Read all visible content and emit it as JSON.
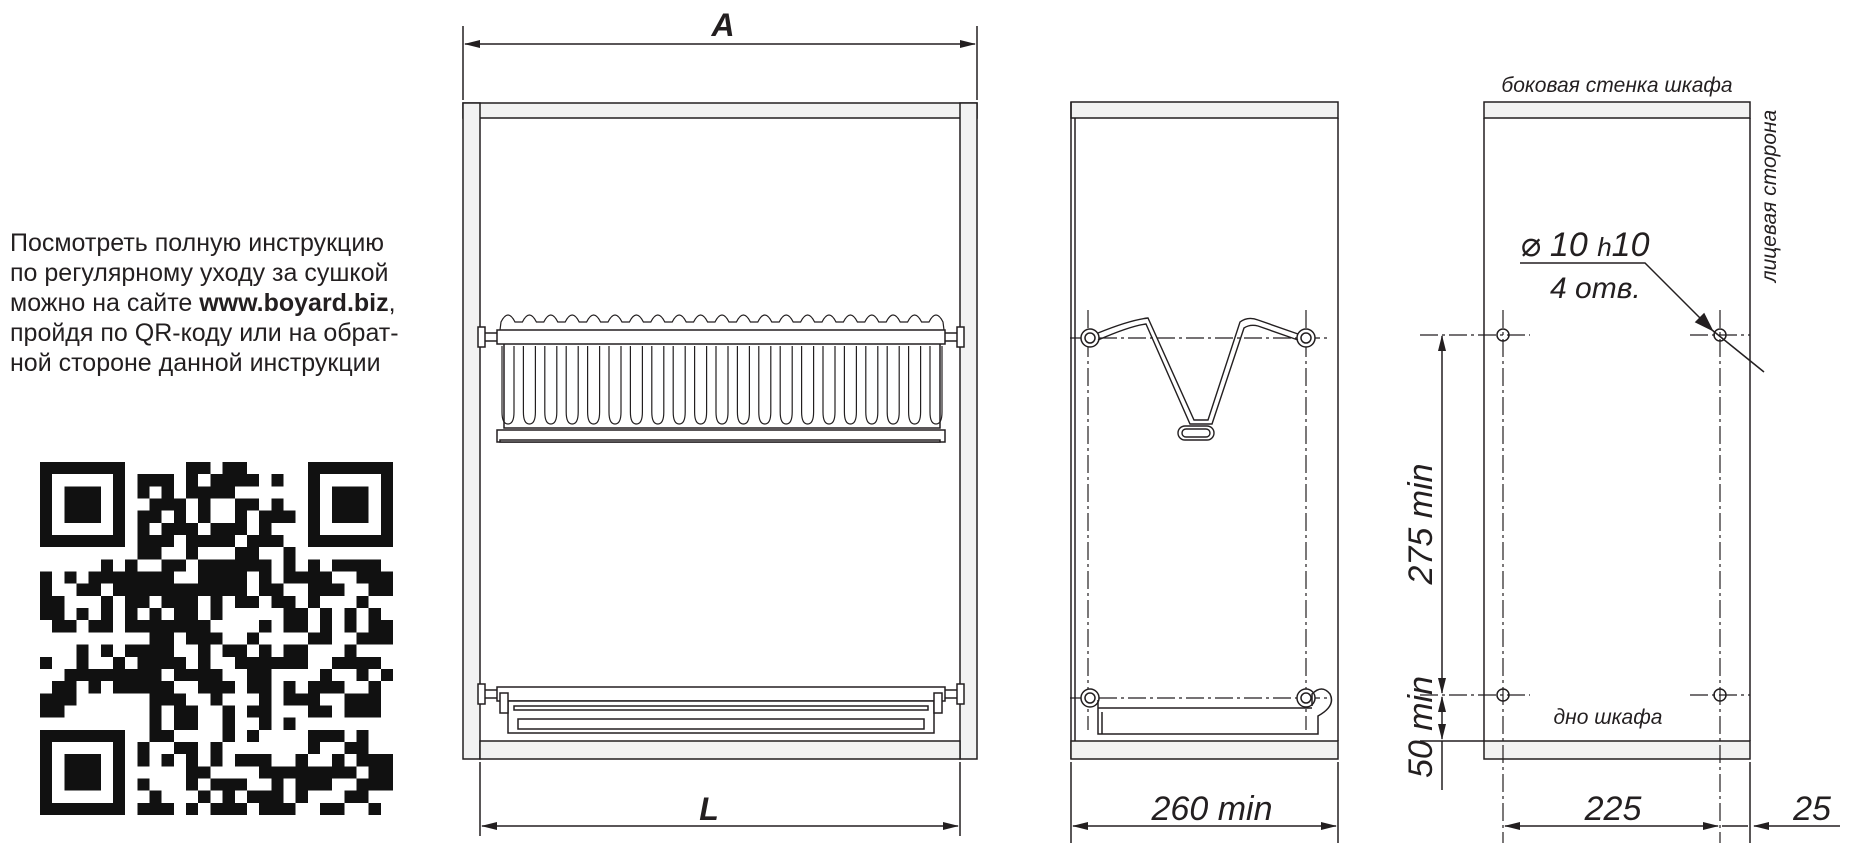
{
  "instruction": {
    "line1": "Посмотреть полную инструкцию",
    "line2": "по регулярному уходу за сушкой",
    "line3_prefix": "можно на сайте ",
    "line3_link": "www.boyard.biz",
    "line3_suffix": ",",
    "line4": "пройдя по QR-коду или на обрат-",
    "line5": "ной стороне данной инструкции"
  },
  "dimensions": {
    "a": "A",
    "l": "L",
    "depth": "260 min",
    "height_275": "275 min",
    "height_50": "50 min",
    "offset_225": "225",
    "offset_25": "25",
    "hole_dia": "⌀ 10",
    "hole_h_prefix": "h",
    "hole_h": "10",
    "hole_count": "4 отв."
  },
  "labels": {
    "side_wall": "боковая стенка шкафа",
    "front_side": "лицевая сторона",
    "cabinet_bottom": "дно шкафа"
  },
  "qr_seed": 20240517
}
